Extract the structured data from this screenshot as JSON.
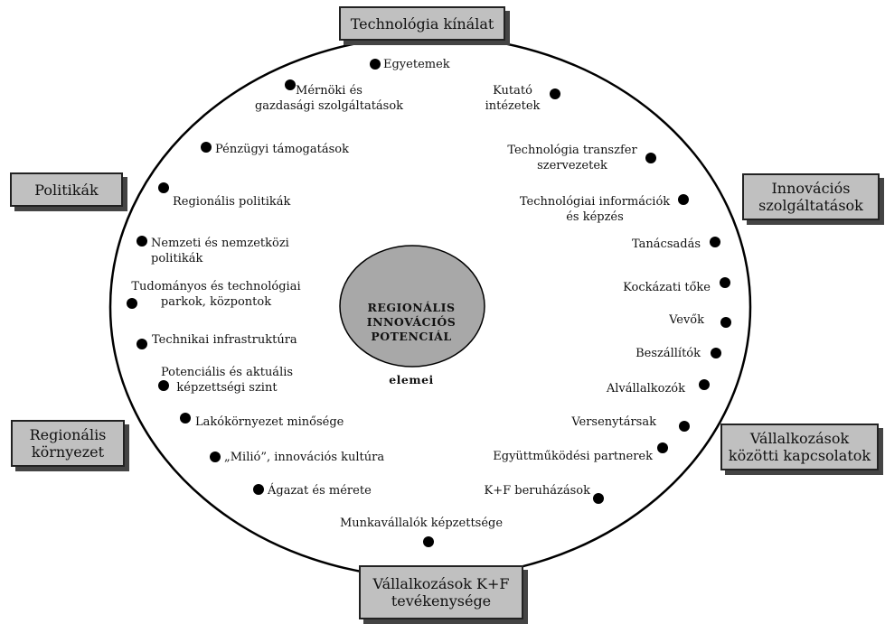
{
  "center": {
    "title": "REGIONÁLIS\nINNOVÁCIÓS\nPOTENCIÁL",
    "subtitle": "elemei"
  },
  "boxes": {
    "top": "Technológia kínálat",
    "left_top": "Politikák",
    "right_top": "Innovációs\nszolgáltatások",
    "left_bottom": "Regionális\nkörnyezet",
    "right_bottom": "Vállalkozások\nközötti kapcsolatok",
    "bottom": "Vállalkozások K+F\ntevékenysége"
  },
  "items": [
    "Egyetemek",
    "Mérnöki és\ngazdasági szolgáltatások",
    "Kutató\nintézetek",
    "Pénzügyi támogatások",
    "Technológia transzfer\nszervezetek",
    "Regionális politikák",
    "Technológiai információk\nés képzés",
    "Nemzeti és nemzetközi\npolitikák",
    "Tanácsadás",
    "Tudományos és technológiai\nparkok, központok",
    "Kockázati tőke",
    "Vevők",
    "Technikai infrastruktúra",
    "Beszállítók",
    "Potenciális és aktuális\nképzettségi szint",
    "Alvállalkozók",
    "Lakókörnyezet minősége",
    "Versenytársak",
    "„Milió”, innovációs kultúra",
    "Együttműködési partnerek",
    "Ágazat és mérete",
    "K+F beruházások",
    "Munkavállalók képzettsége"
  ]
}
